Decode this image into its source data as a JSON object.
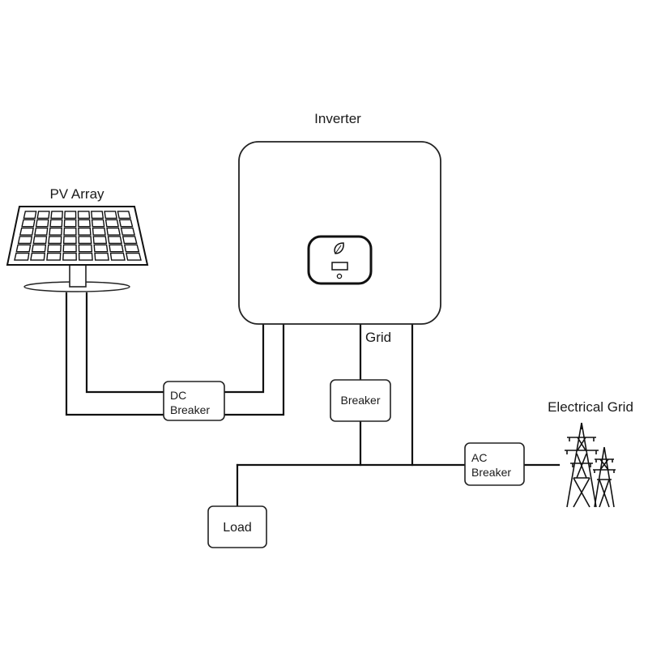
{
  "labels": {
    "inverter": "Inverter",
    "pv_array": "PV Array",
    "grid": "Grid",
    "electrical_grid": "Electrical Grid"
  },
  "boxes": {
    "dc_breaker": {
      "line1": "DC",
      "line2": "Breaker"
    },
    "grid_breaker": {
      "label": "Breaker"
    },
    "ac_breaker": {
      "line1": "AC",
      "line2": "Breaker"
    },
    "load": {
      "label": "Load"
    }
  },
  "icons": {
    "solar_panel": "solar-panel-icon",
    "inverter_logo": "leaf-icon",
    "transmission_tower": "transmission-tower-icon"
  }
}
